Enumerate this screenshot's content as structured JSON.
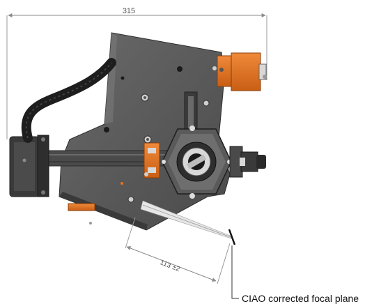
{
  "dimensions": {
    "overall_width": {
      "label": "315"
    },
    "focal_distance": {
      "label": "113 ±2"
    }
  },
  "callouts": {
    "focal_plane": "CIAO corrected focal plane"
  },
  "colors": {
    "body_gray": "#5a5a5a",
    "body_dark": "#3d3d3d",
    "accent_orange": "#e8731f",
    "dimension_line": "#8a8a8a",
    "hose_black": "#1e1e1e"
  }
}
